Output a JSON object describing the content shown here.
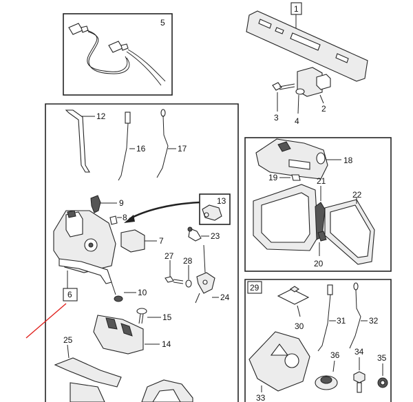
{
  "callouts": {
    "c1": "1",
    "c2": "2",
    "c3": "3",
    "c4": "4",
    "c5": "5",
    "c6": "6",
    "c7": "7",
    "c8": "8",
    "c9": "9",
    "c10": "10",
    "c11": "12",
    "c13": "13",
    "c14": "14",
    "c15": "15",
    "c16": "16",
    "c17": "17",
    "c18": "18",
    "c19": "19",
    "c20": "20",
    "c21": "21",
    "c22": "22",
    "c23": "23",
    "c24": "24",
    "c25": "25",
    "c27": "27",
    "c28": "28",
    "c29": "29",
    "c30": "30",
    "c31": "31",
    "c32": "32",
    "c33": "33",
    "c34": "34",
    "c35": "35",
    "c36": "36"
  },
  "colors": {
    "line": "#222222",
    "part_fill": "#ececec",
    "highlight_red": "#e0201c"
  }
}
